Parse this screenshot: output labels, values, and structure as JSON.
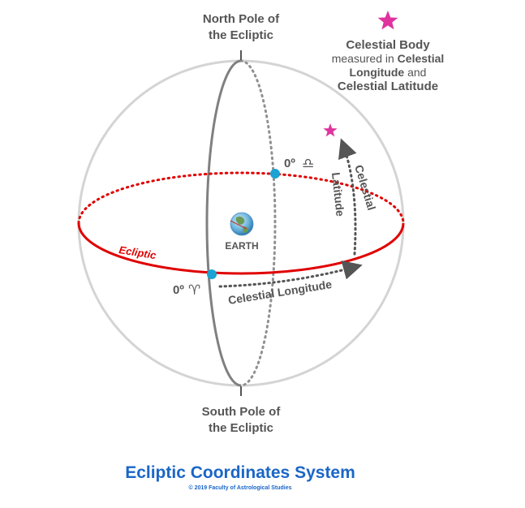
{
  "diagram": {
    "north_pole": {
      "line1": "North Pole of",
      "line2": "the Ecliptic"
    },
    "south_pole": {
      "line1": "South Pole of",
      "line2": "the Ecliptic"
    },
    "legend": {
      "line1": "Celestial Body",
      "line2_normal": "measured in ",
      "line2_bold": "Celestial",
      "line3_bold": "Longitude",
      "line3_normal": " and",
      "line4_bold": "Celestial Latitude"
    },
    "libra_label": "0º",
    "libra_symbol": "♎",
    "aries_label": "0º",
    "aries_symbol": "♈",
    "ecliptic_label": "Ecliptic",
    "earth_label": "EARTH",
    "celestial_longitude": "Celestial Longitude",
    "celestial_latitude_1": "Celestial",
    "celestial_latitude_2": "Latitude",
    "title": "Ecliptic Coordinates System",
    "copyright": "© 2019 Faculty of Astrological Studies"
  },
  "colors": {
    "sphere": "#d0d0d0",
    "meridian": "#808080",
    "ecliptic": "#e00000",
    "point": "#1aa3d4",
    "star": "#e0339e",
    "title": "#1a66c7"
  }
}
